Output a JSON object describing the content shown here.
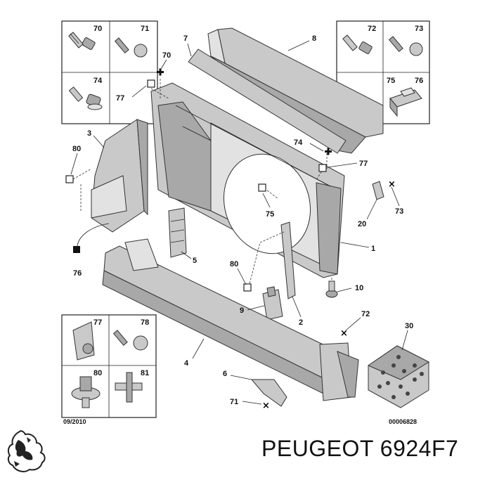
{
  "diagram": {
    "date_code": "09/2010",
    "drawing_ref": "00006828",
    "callouts": {
      "c70_box": "70",
      "c71_box": "71",
      "c74_box": "74",
      "c72_box": "72",
      "c73_box": "73",
      "c75_box": "75",
      "c76_box": "76",
      "c77_box": "77",
      "c78_box": "78",
      "c80_box": "80",
      "c81_box": "81",
      "c7": "7",
      "c8": "8",
      "c70": "70",
      "c77a": "77",
      "c3": "3",
      "c80a": "80",
      "c76": "76",
      "c74": "74",
      "c77b": "77",
      "c75": "75",
      "c20": "20",
      "c73": "73",
      "c1": "1",
      "c5": "5",
      "c80b": "80",
      "c10": "10",
      "c9": "9",
      "c2": "2",
      "c72": "72",
      "c30": "30",
      "c4": "4",
      "c6": "6",
      "c71": "71"
    }
  },
  "footer": {
    "title": "PEUGEOT 6924F7"
  },
  "logo": {
    "name": "peugeot-lion-logo"
  }
}
